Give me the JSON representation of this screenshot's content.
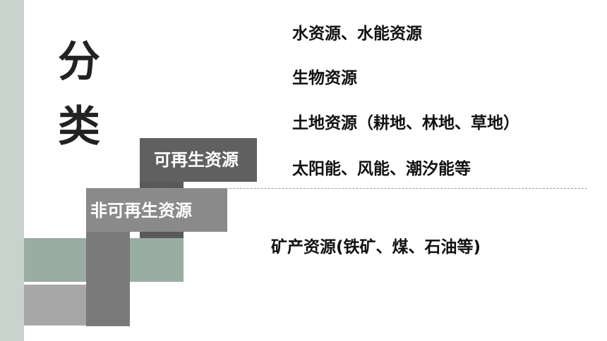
{
  "title": {
    "line1": "分",
    "line2": "类"
  },
  "categories": {
    "renewable": "可再生资源",
    "nonrenewable": "非可再生资源"
  },
  "renewable_items": [
    "水资源、水能资源",
    "生物资源",
    "土地资源（耕地、林地、草地）",
    "太阳能、风能、潮汐能等"
  ],
  "nonrenewable_items": [
    "矿产资源(铁矿、煤、石油等)"
  ],
  "colors": {
    "side_bar": "#c8d3cd",
    "sage": "#9aada3",
    "light_gray": "#a7a7a7",
    "mid_gray": "#787878",
    "dark_gray": "#5e5e5e"
  }
}
